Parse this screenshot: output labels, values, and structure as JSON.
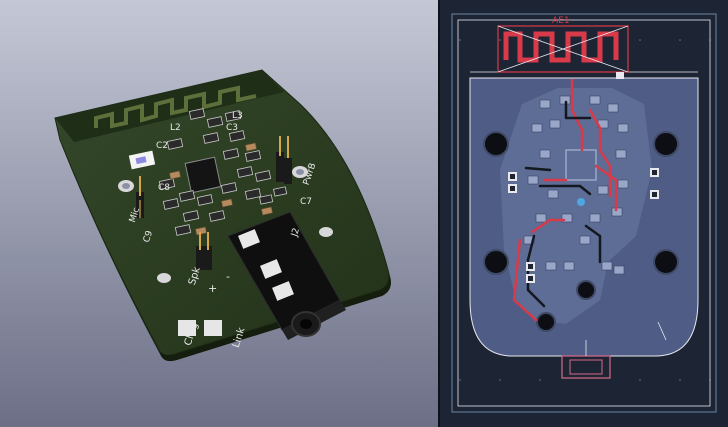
{
  "render3d": {
    "labels": {
      "l2": "L2",
      "l3": "L3",
      "c2": "C2",
      "c3": "C3",
      "c8": "C8",
      "c9": "C9",
      "c7": "C7",
      "mic": "Mic",
      "pwrbtn": "PwrB",
      "j2": "J2",
      "spk": "Spk",
      "plus": "+",
      "minus": "-",
      "chrg": "Chrg",
      "link": "Link"
    }
  },
  "layout": {
    "antenna_ref": "AE1"
  },
  "colors": {
    "board_green": "#2c3f20",
    "board_edge": "#1a2712",
    "silk": "#e8e8e8",
    "copper_red": "#d83a4a",
    "layout_bg": "#1d2433",
    "fill_blue": "#4f5d86"
  }
}
